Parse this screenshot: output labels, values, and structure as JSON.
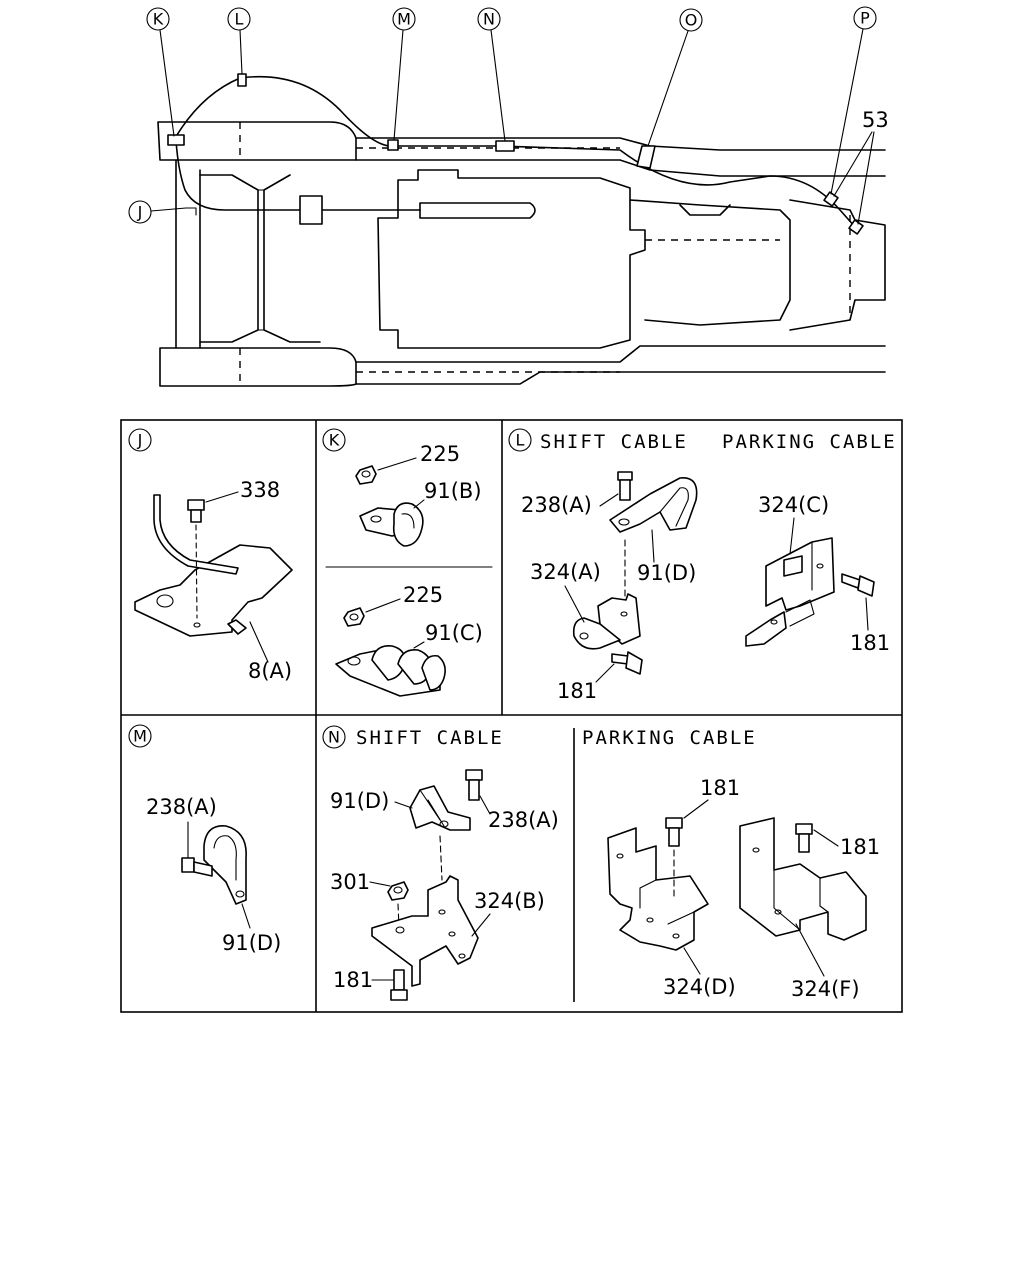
{
  "callouts": [
    "K",
    "L",
    "M",
    "N",
    "O",
    "P",
    "J"
  ],
  "part_53": "53",
  "panels": {
    "J": {
      "letter": "J",
      "labels": [
        "338",
        "8(A)"
      ]
    },
    "K": {
      "letter": "K",
      "labels": [
        "225",
        "91(B)",
        "225",
        "91(C)"
      ]
    },
    "L": {
      "letter": "L",
      "title_shift": "SHIFT CABLE",
      "title_parking": "PARKING CABLE",
      "labels": [
        "238(A)",
        "324(A)",
        "91(D)",
        "181",
        "324(C)",
        "181"
      ]
    },
    "M": {
      "letter": "M",
      "labels": [
        "238(A)",
        "91(D)"
      ]
    },
    "N": {
      "letter": "N",
      "title_shift": "SHIFT CABLE",
      "title_parking": "PARKING CABLE",
      "labels": [
        "91(D)",
        "238(A)",
        "301",
        "324(B)",
        "181",
        "181",
        "181",
        "324(D)",
        "324(F)"
      ]
    }
  }
}
